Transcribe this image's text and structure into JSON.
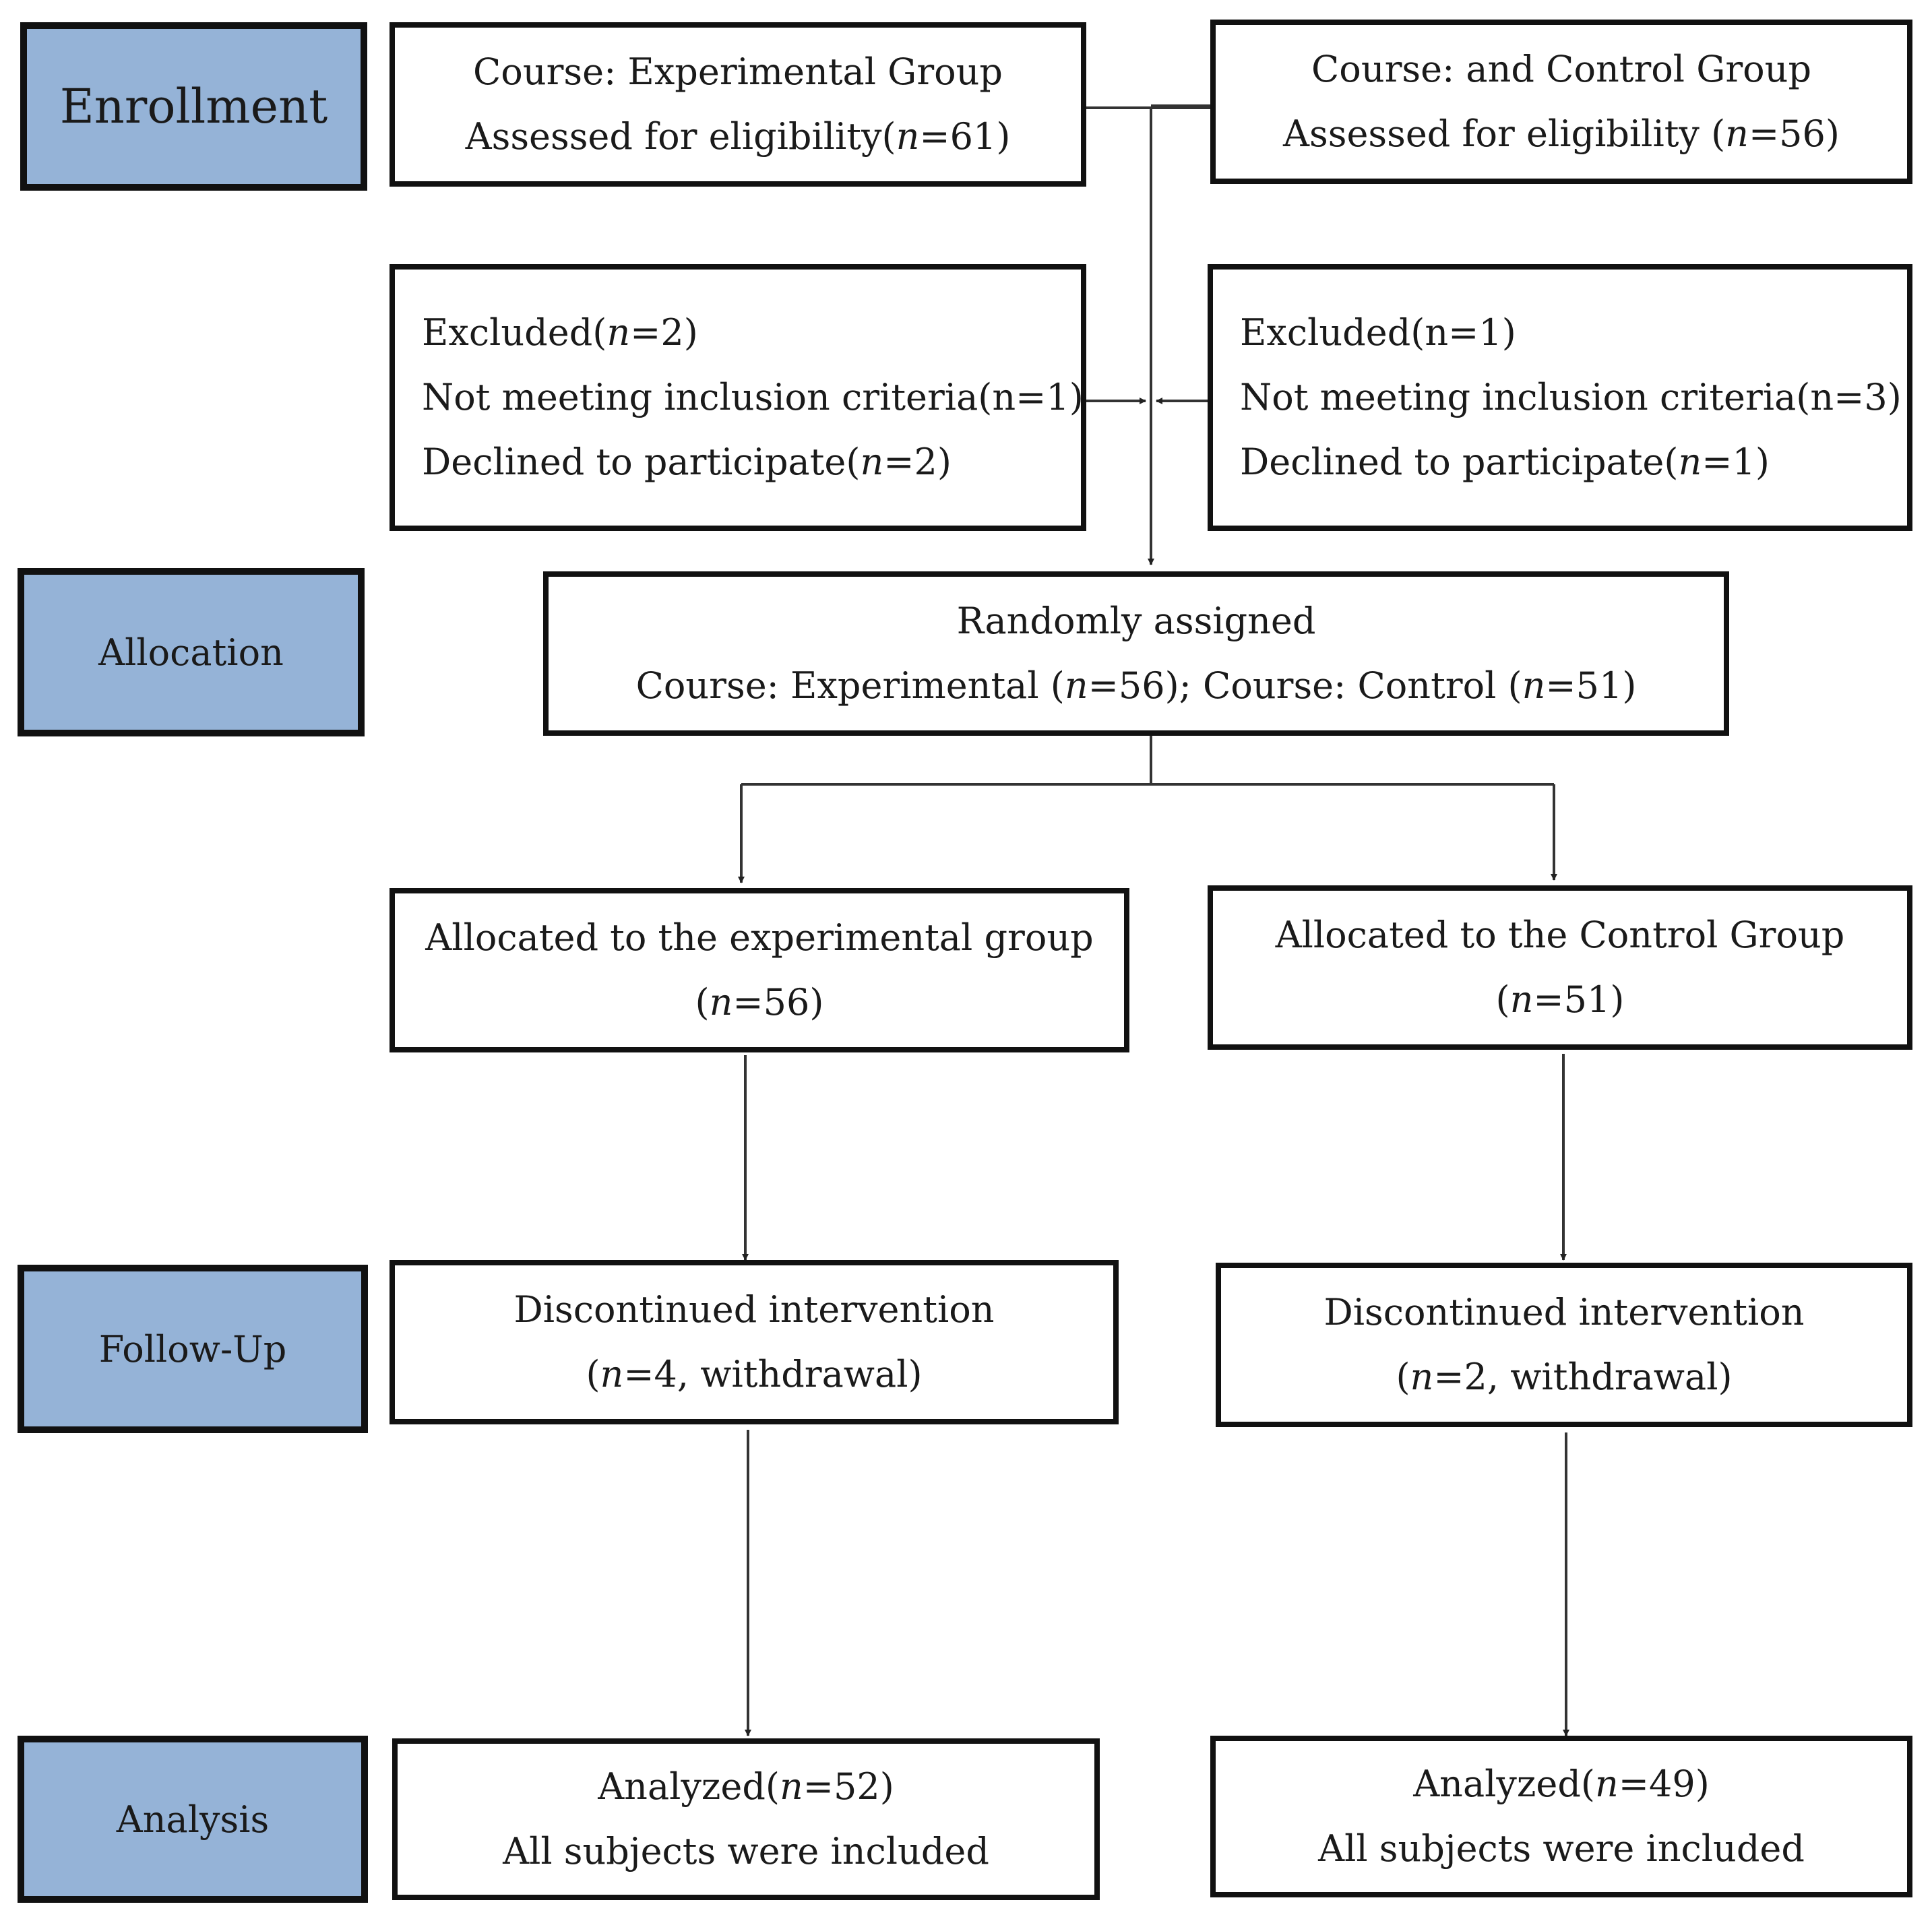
{
  "stages": {
    "enrollment": "Enrollment",
    "allocation": "Allocation",
    "follow_up": "Follow-Up",
    "analysis": "Analysis"
  },
  "enrollment": {
    "experimental": {
      "line1": "Course: Experimental Group",
      "line2_prefix": "Assessed for eligibility(",
      "n_symbol": "n",
      "line2_suffix": "=61)"
    },
    "control": {
      "line1": "Course: and Control Group",
      "line2_prefix": "Assessed for eligibility (",
      "n_symbol": "n",
      "line2_suffix": "=56)"
    }
  },
  "excluded": {
    "experimental": {
      "line1_prefix": "Excluded(",
      "line1_n": "n",
      "line1_suffix": "=2)",
      "line2": "Not meeting inclusion criteria(n=1)",
      "line3_prefix": "Declined to participate(",
      "line3_n": "n",
      "line3_suffix": "=2)"
    },
    "control": {
      "line1": "Excluded(n=1)",
      "line2": "Not meeting inclusion criteria(n=3)",
      "line3_prefix": "Declined to participate(",
      "line3_n": "n",
      "line3_suffix": "=1)"
    }
  },
  "randomization": {
    "line1": "Randomly assigned",
    "line2_a": "Course: Experimental (",
    "n1": "n",
    "line2_b": "=56); Course: Control (",
    "n2": "n",
    "line2_c": "=51)"
  },
  "allocated": {
    "experimental": {
      "line1": "Allocated to the experimental group",
      "line2_prefix": "(",
      "n_symbol": "n",
      "line2_suffix": "=56)"
    },
    "control": {
      "line1": "Allocated to the Control Group",
      "line2_prefix": "(",
      "n_symbol": "n",
      "line2_suffix": "=51)"
    }
  },
  "follow_up": {
    "experimental": {
      "line1": "Discontinued intervention",
      "line2_prefix": "(",
      "n_symbol": "n",
      "line2_suffix": "=4, withdrawal)"
    },
    "control": {
      "line1": "Discontinued intervention",
      "line2_prefix": "(",
      "n_symbol": "n",
      "line2_suffix": "=2, withdrawal)"
    }
  },
  "analysis": {
    "experimental": {
      "line1_prefix": "Analyzed(",
      "n_symbol": "n",
      "line1_suffix": "=52)",
      "line2": "All subjects were included"
    },
    "control": {
      "line1_prefix": "Analyzed(",
      "n_symbol": "n",
      "line1_suffix": "=49)",
      "line2": "All subjects were included"
    }
  },
  "colors": {
    "stage_fill": "#95b3d7",
    "border": "#111111",
    "connector": "#333333"
  }
}
